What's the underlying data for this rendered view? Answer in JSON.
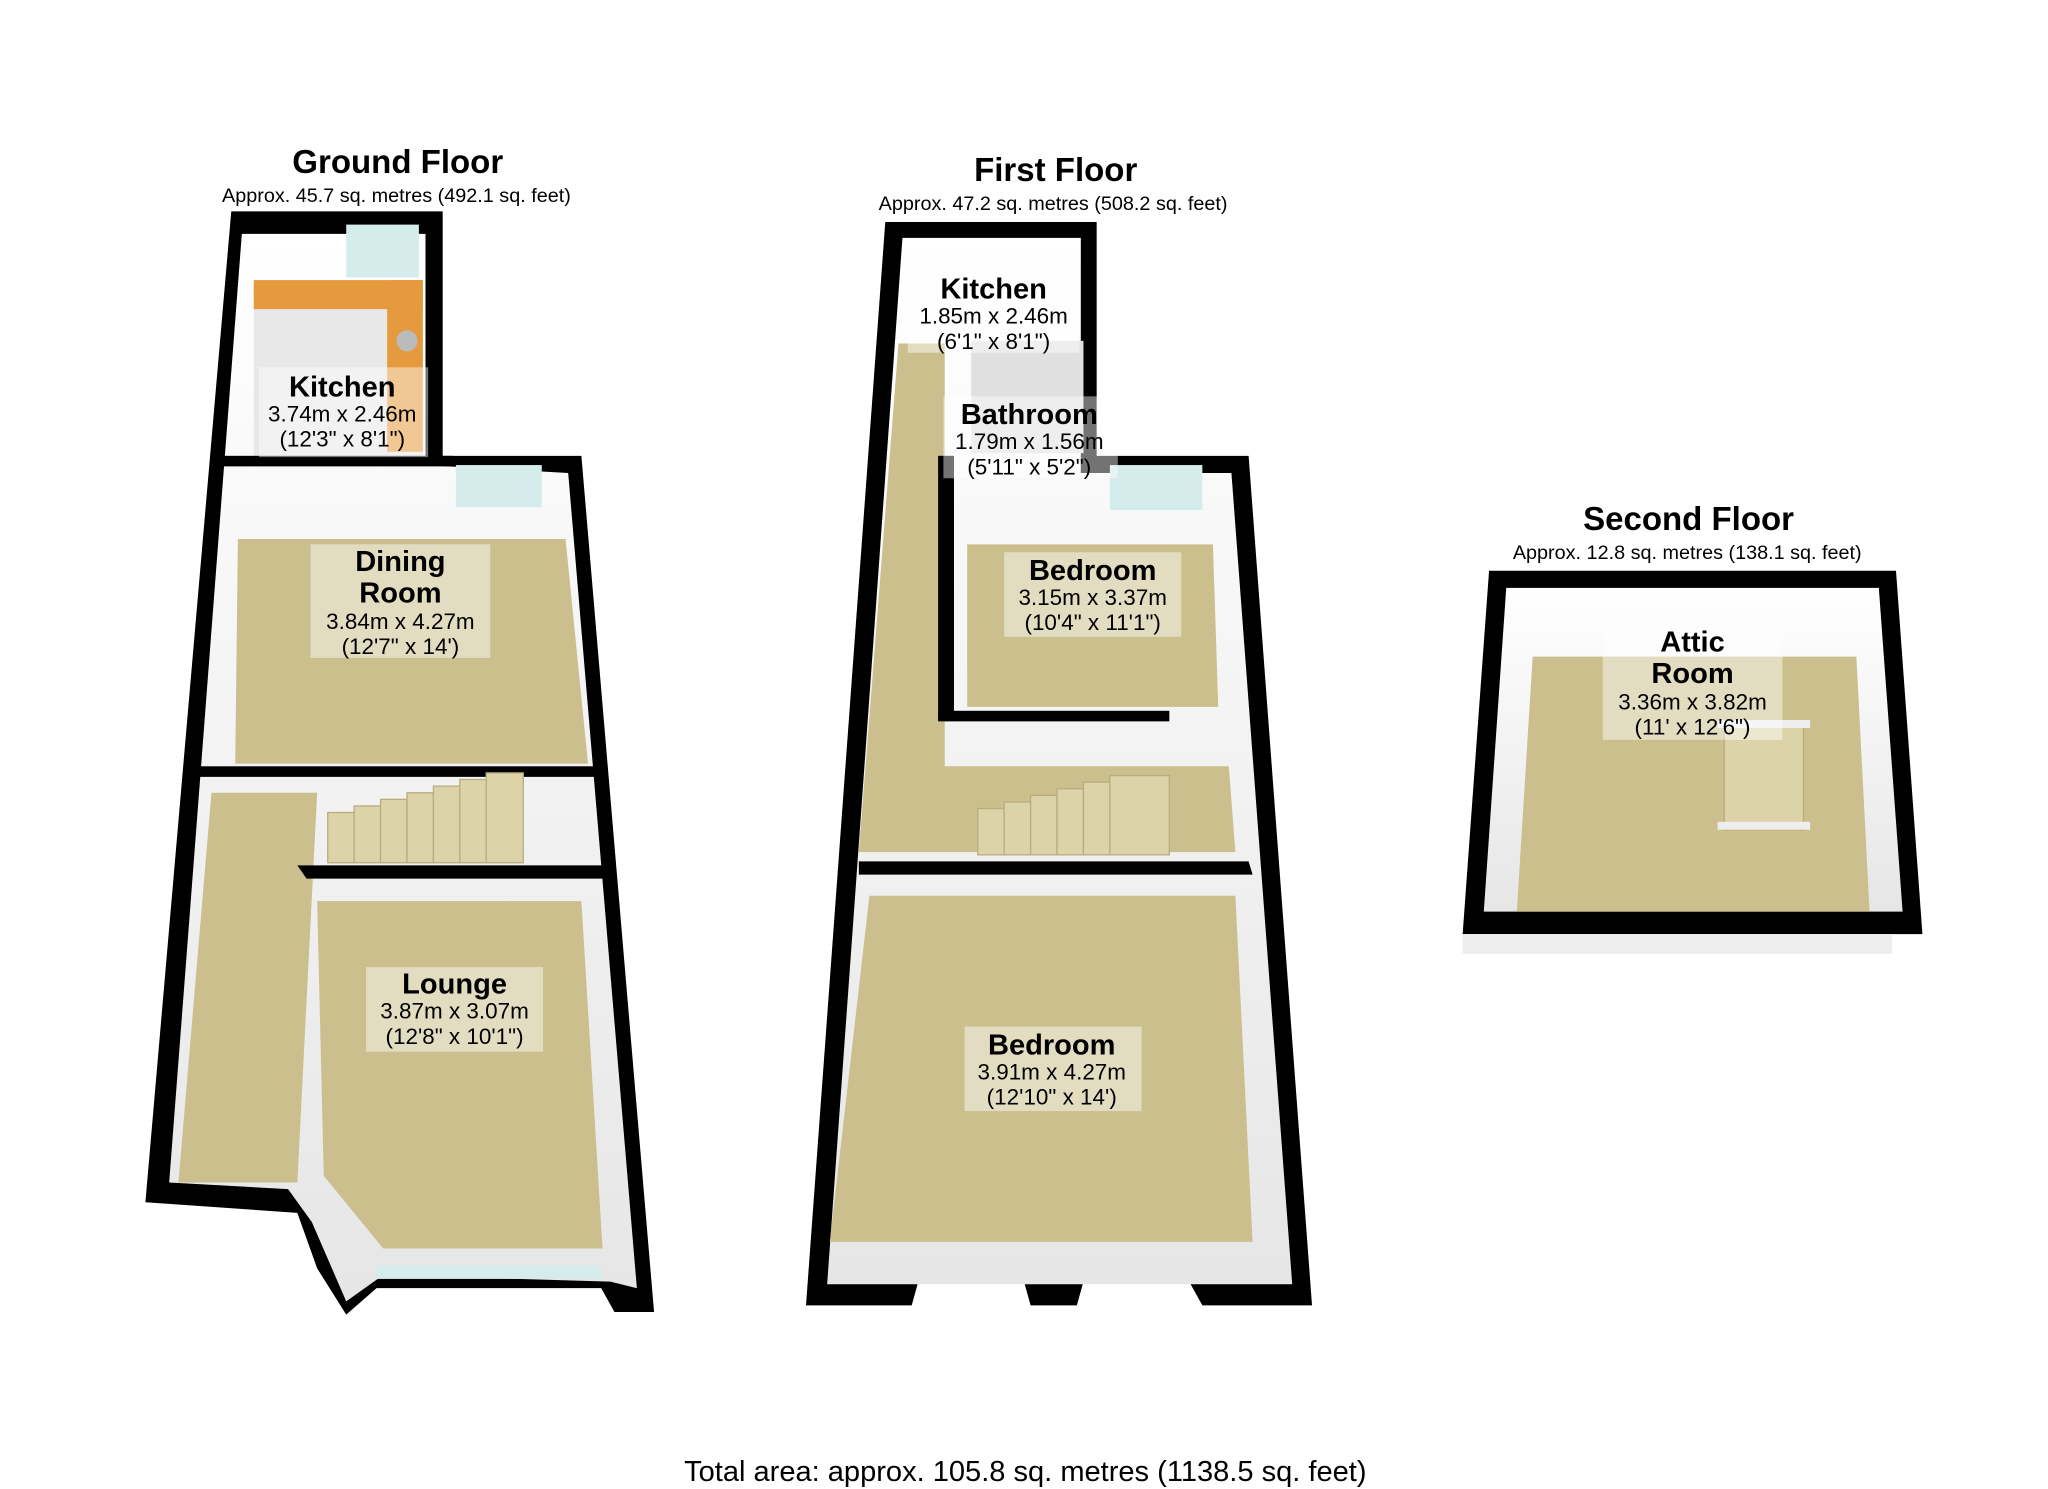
{
  "floors": {
    "ground": {
      "title": "Ground Floor",
      "area": "Approx. 45.7 sq. metres (492.1 sq. feet)",
      "rooms": [
        {
          "name": "Kitchen",
          "metric": "3.74m x 2.46m",
          "imperial": "(12'3\" x 8'1\")"
        },
        {
          "name": "Dining",
          "name2": "Room",
          "metric": "3.84m x 4.27m",
          "imperial": "(12'7\" x 14')"
        },
        {
          "name": "Lounge",
          "metric": "3.87m x 3.07m",
          "imperial": "(12'8\" x 10'1\")"
        }
      ]
    },
    "first": {
      "title": "First Floor",
      "area": "Approx. 47.2 sq. metres (508.2 sq. feet)",
      "rooms": [
        {
          "name": "Kitchen",
          "metric": "1.85m x 2.46m",
          "imperial": "(6'1\" x 8'1\")"
        },
        {
          "name": "Bathroom",
          "metric": "1.79m x 1.56m",
          "imperial": "(5'11\" x 5'2\")"
        },
        {
          "name": "Bedroom",
          "metric": "3.15m x 3.37m",
          "imperial": "(10'4\" x 11'1\")"
        },
        {
          "name": "Bedroom",
          "metric": "3.91m x 4.27m",
          "imperial": "(12'10\" x 14')"
        }
      ]
    },
    "second": {
      "title": "Second Floor",
      "area": "Approx. 12.8 sq. metres (138.1 sq. feet)",
      "rooms": [
        {
          "name": "Attic",
          "name2": "Room",
          "metric": "3.36m x 3.82m",
          "imperial": "(11' x 12'6\")"
        }
      ]
    }
  },
  "total": "Total area: approx. 105.8 sq. metres (1138.5 sq. feet)"
}
